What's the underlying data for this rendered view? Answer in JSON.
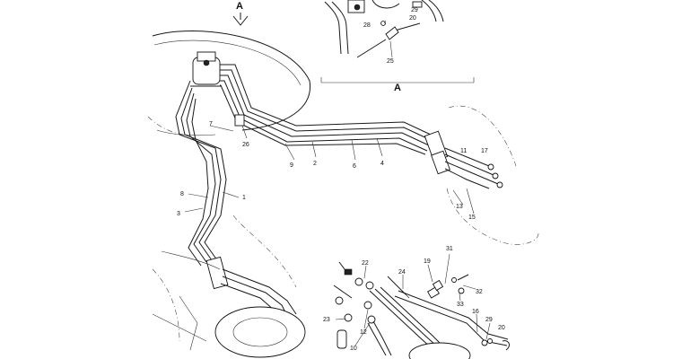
{
  "view_label": "A",
  "detail_view_label": "A",
  "callouts": [
    {
      "id": "c-a29",
      "text": "29"
    },
    {
      "id": "c-a20",
      "text": "20"
    },
    {
      "id": "c-a28",
      "text": "28"
    },
    {
      "id": "c-a25",
      "text": "25"
    },
    {
      "id": "c-7",
      "text": "7"
    },
    {
      "id": "c-26",
      "text": "26"
    },
    {
      "id": "c-9",
      "text": "9"
    },
    {
      "id": "c-2",
      "text": "2"
    },
    {
      "id": "c-6",
      "text": "6"
    },
    {
      "id": "c-4",
      "text": "4"
    },
    {
      "id": "c-11",
      "text": "11"
    },
    {
      "id": "c-17",
      "text": "17"
    },
    {
      "id": "c-13",
      "text": "13"
    },
    {
      "id": "c-15",
      "text": "15"
    },
    {
      "id": "c-8",
      "text": "8"
    },
    {
      "id": "c-3",
      "text": "3"
    },
    {
      "id": "c-1",
      "text": "1"
    },
    {
      "id": "c-31",
      "text": "31"
    },
    {
      "id": "c-22",
      "text": "22"
    },
    {
      "id": "c-24",
      "text": "24"
    },
    {
      "id": "c-19",
      "text": "19"
    },
    {
      "id": "c-32",
      "text": "32"
    },
    {
      "id": "c-33",
      "text": "33"
    },
    {
      "id": "c-16",
      "text": "16"
    },
    {
      "id": "c-29",
      "text": "29"
    },
    {
      "id": "c-20",
      "text": "20"
    },
    {
      "id": "c-23",
      "text": "23"
    },
    {
      "id": "c-10",
      "text": "10"
    },
    {
      "id": "c-12",
      "text": "12"
    }
  ]
}
